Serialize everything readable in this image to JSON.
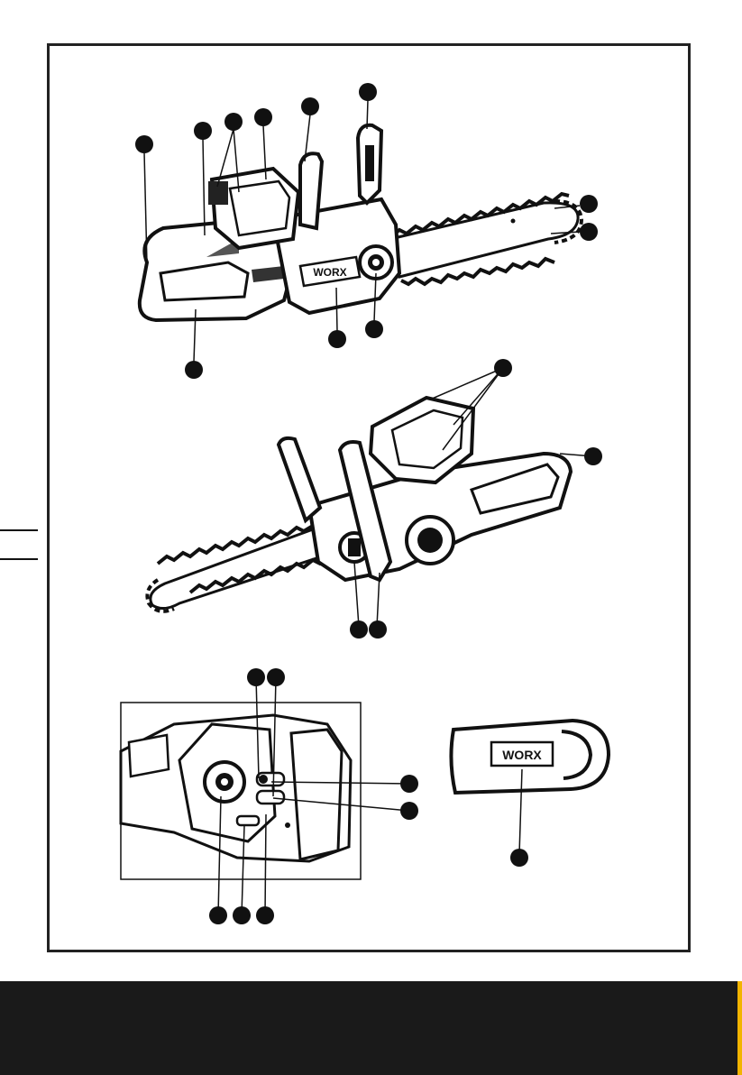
{
  "brand": {
    "logo_text": "WORX"
  },
  "colors": {
    "frame": "#222222",
    "ink": "#111111",
    "footer": "#1a1a1a",
    "accent": "#f2b400"
  },
  "callout_style": "filled-black-circle-marker",
  "views": [
    {
      "id": "left-side-view",
      "callouts": 11
    },
    {
      "id": "right-side-view",
      "callouts": 4
    },
    {
      "id": "detail-view",
      "callouts": 7
    },
    {
      "id": "chain-guard-view",
      "callouts": 1
    }
  ]
}
